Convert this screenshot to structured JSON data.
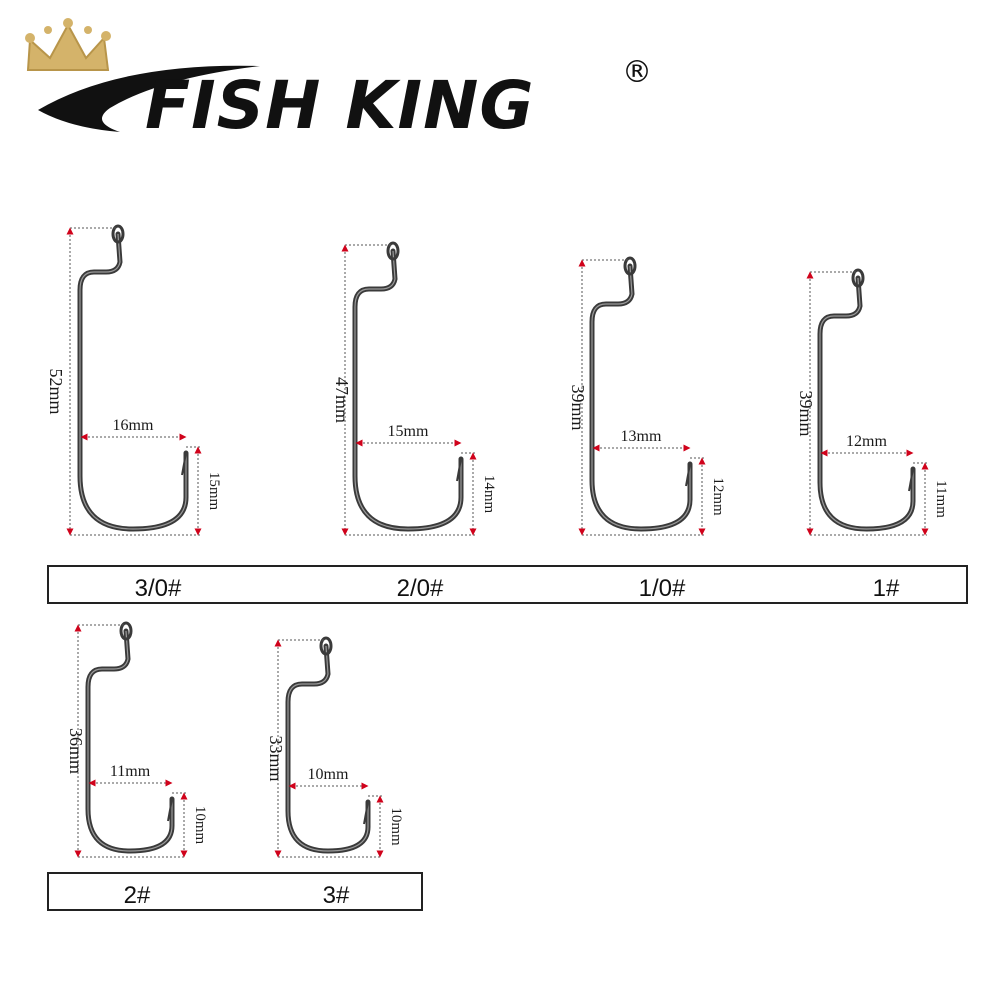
{
  "brand": {
    "name": "FISH KING",
    "registered_mark": "®",
    "crown_color": "#d4b36a",
    "swoosh_color": "#111111"
  },
  "colors": {
    "hook": "#3a3a3a",
    "dim_line": "#555555",
    "arrow": "#d0021b",
    "label_box_border": "#222222"
  },
  "hooks": [
    {
      "size": "3/0#",
      "length": "52mm",
      "gap": "16mm",
      "bend": "15mm"
    },
    {
      "size": "2/0#",
      "length": "47mm",
      "gap": "15mm",
      "bend": "14mm"
    },
    {
      "size": "1/0#",
      "length": "39mm",
      "gap": "13mm",
      "bend": "12mm"
    },
    {
      "size": "1#",
      "length": "39mm",
      "gap": "12mm",
      "bend": "11mm"
    },
    {
      "size": "2#",
      "length": "36mm",
      "gap": "11mm",
      "bend": "10mm"
    },
    {
      "size": "3#",
      "length": "33mm",
      "gap": "10mm",
      "bend": "10mm"
    }
  ]
}
